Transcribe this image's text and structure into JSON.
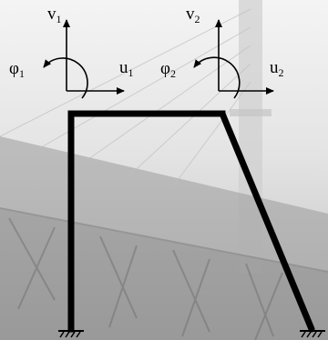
{
  "labels": {
    "v1": {
      "sym": "v",
      "sub": "1"
    },
    "u1": {
      "sym": "u",
      "sub": "1"
    },
    "phi1": {
      "sym": "φ",
      "sub": "1"
    },
    "v2": {
      "sym": "v",
      "sub": "2"
    },
    "u2": {
      "sym": "u",
      "sub": "2"
    },
    "phi2": {
      "sym": "φ",
      "sub": "2"
    }
  }
}
